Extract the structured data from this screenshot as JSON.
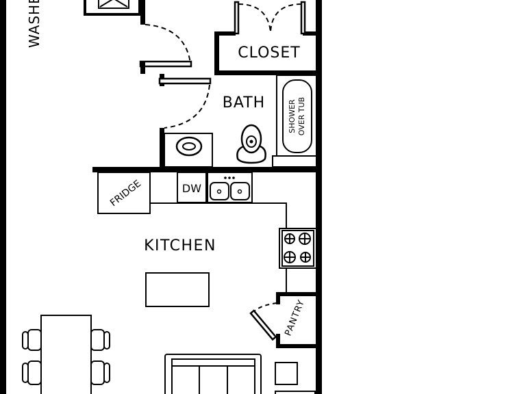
{
  "rooms": {
    "washer": "WASHER",
    "closet": "CLOSET",
    "bath": "BATH",
    "shower_line1": "SHOWER",
    "shower_line2": "OVER TUB",
    "kitchen": "KITCHEN",
    "pantry": "PANTRY"
  },
  "appliances": {
    "fridge": "FRIDGE",
    "dishwasher": "DW"
  },
  "colors": {
    "wall": "#000000",
    "background": "#ffffff"
  }
}
